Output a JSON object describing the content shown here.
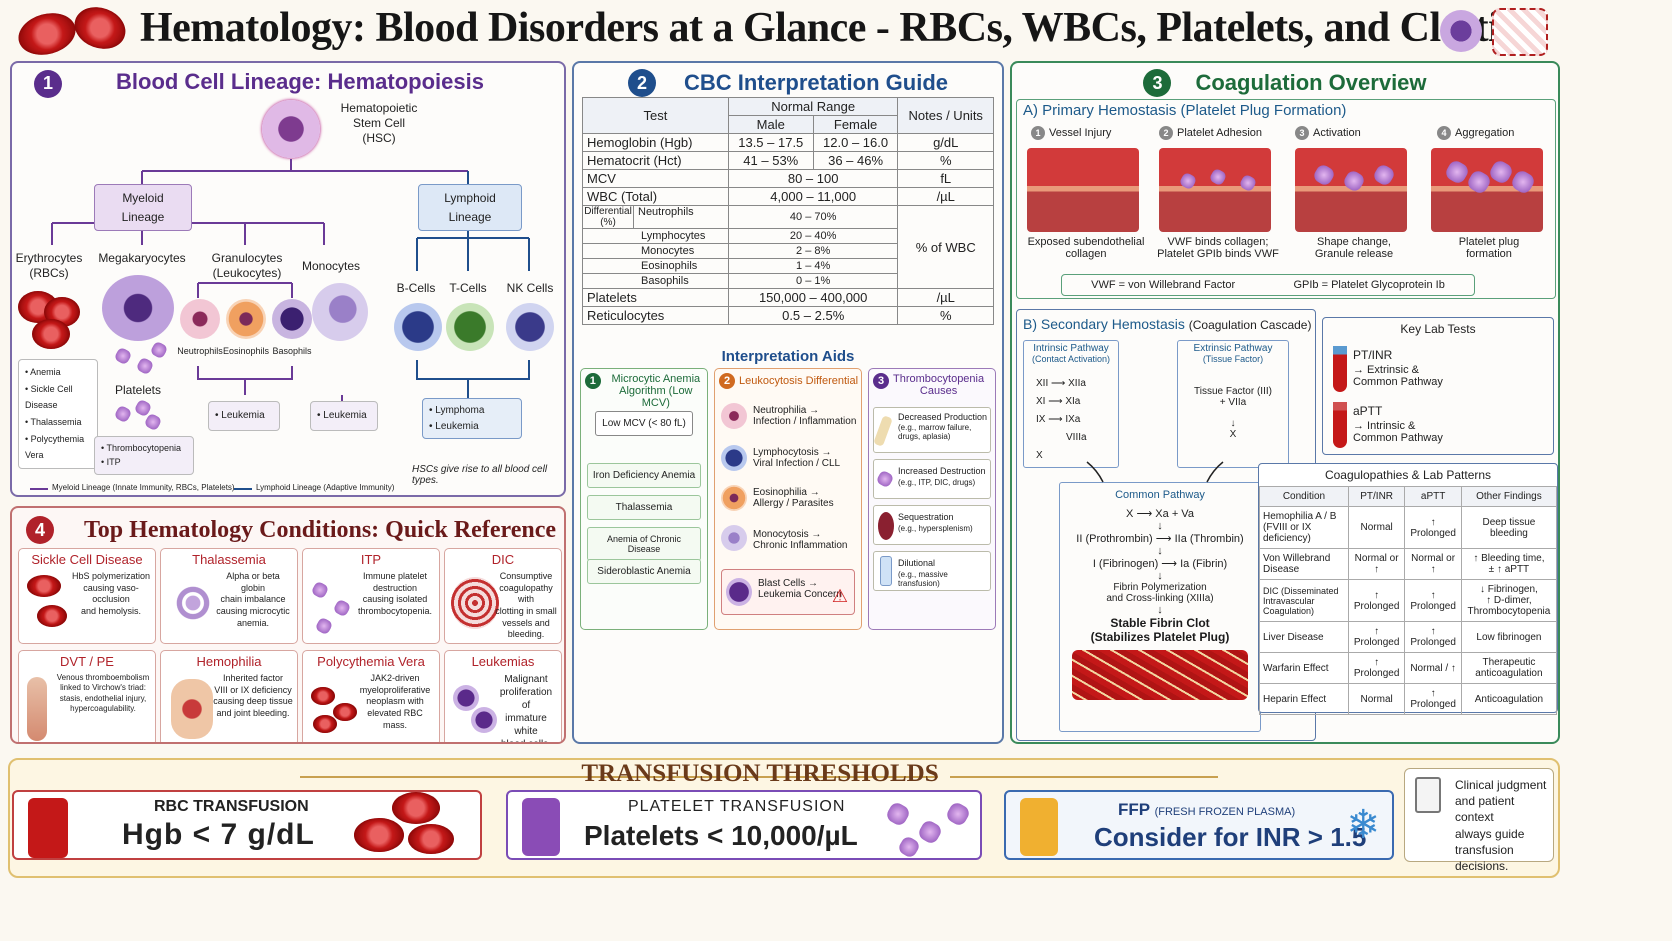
{
  "title": "Hematology: Blood Disorders at a Glance - RBCs, WBCs, Platelets, and Clotting",
  "p1": {
    "num": "1",
    "title": "Blood Cell Lineage: Hematopoiesis",
    "hsc": "Hematopoietic\nStem Cell\n(HSC)",
    "myeloid": "Myeloid Lineage",
    "lymphoid": "Lymphoid Lineage",
    "ery": "Erythrocytes\n(RBCs)",
    "mega": "Megakaryocytes",
    "gran": "Granulocytes\n(Leukocytes)",
    "mono": "Monocytes",
    "bcell": "B-Cells",
    "tcell": "T-Cells",
    "nk": "NK Cells",
    "platelets": "Platelets",
    "neut": "Neutrophils",
    "eos": "Eosinophils",
    "baso": "Basophils",
    "rbc_dx": [
      "• Anemia",
      "• Sickle Cell Disease",
      "• Thalassemia",
      "• Polycythemia Vera"
    ],
    "plt_dx": [
      "• Thrombocytopenia",
      "• ITP"
    ],
    "gran_dx": "• Leukemia",
    "mono_dx": "• Leukemia",
    "lymph_dx": [
      "• Lymphoma",
      "• Leukemia"
    ],
    "note": "HSCs give rise to all blood cell types.",
    "legend1": "Myeloid Lineage (Innate Immunity, RBCs, Platelets)",
    "legend2": "Lymphoid Lineage (Adaptive Immunity)"
  },
  "p2": {
    "num": "2",
    "title": "CBC Interpretation Guide",
    "h_test": "Test",
    "h_range": "Normal Range",
    "h_male": "Male",
    "h_female": "Female",
    "h_notes": "Notes / Units",
    "rows": [
      [
        "Hemoglobin (Hgb)",
        "13.5 – 17.5",
        "12.0 – 16.0",
        "g/dL"
      ],
      [
        "Hematocrit (Hct)",
        "41 – 53%",
        "36 – 46%",
        "%"
      ]
    ],
    "mcv": [
      "MCV",
      "80 – 100",
      "fL"
    ],
    "wbc": [
      "WBC (Total)",
      "4,000 – 11,000",
      "/µL"
    ],
    "diff_label": "Differential\n(%)",
    "diff_units": "% of WBC",
    "diff": [
      [
        "Neutrophils",
        "40 – 70%"
      ],
      [
        "Lymphocytes",
        "20 – 40%"
      ],
      [
        "Monocytes",
        "2 – 8%"
      ],
      [
        "Eosinophils",
        "1 – 4%"
      ],
      [
        "Basophils",
        "0 – 1%"
      ]
    ],
    "plt": [
      "Platelets",
      "150,000 – 400,000",
      "/µL"
    ],
    "retic": [
      "Reticulocytes",
      "0.5 – 2.5%",
      "%"
    ],
    "aids_title": "Interpretation Aids",
    "aid1": {
      "num": "1",
      "title": "Microcytic Anemia\nAlgorithm (Low MCV)",
      "start": "Low MCV (< 80 fL)",
      "items": [
        "Iron Deficiency Anemia",
        "Thalassemia",
        "Anemia of Chronic Disease",
        "Sideroblastic Anemia"
      ]
    },
    "aid2": {
      "num": "2",
      "title": "Leukocytosis Differential",
      "items": [
        "Neutrophilia →\nInfection / Inflammation",
        "Lymphocytosis →\nViral Infection / CLL",
        "Eosinophilia →\nAllergy / Parasites",
        "Monocytosis →\nChronic Inflammation"
      ],
      "blast": "Blast Cells →\nLeukemia Concern"
    },
    "aid3": {
      "num": "3",
      "title": "Thrombocytopenia\nCauses",
      "items": [
        [
          "Decreased Production",
          "(e.g., marrow failure,\ndrugs, aplasia)"
        ],
        [
          "Increased Destruction",
          "(e.g., ITP, DIC, drugs)"
        ],
        [
          "Sequestration",
          "(e.g., hypersplenism)"
        ],
        [
          "Dilutional",
          "(e.g., massive transfusion)"
        ]
      ]
    }
  },
  "p3": {
    "num": "3",
    "title": "Coagulation Overview",
    "a_title": "A) Primary Hemostasis (Platelet Plug Formation)",
    "steps": [
      [
        "1",
        "Vessel Injury",
        "Exposed subendothelial\ncollagen"
      ],
      [
        "2",
        "Platelet Adhesion",
        "VWF binds collagen;\nPlatelet GPIb binds VWF"
      ],
      [
        "3",
        "Activation",
        "Shape change,\nGranule release"
      ],
      [
        "4",
        "Aggregation",
        "Platelet plug\nformation"
      ]
    ],
    "vwf": "VWF = von Willebrand Factor",
    "gpib": "GPIb = Platelet Glycoprotein Ib",
    "b_title": "B) Secondary Hemostasis",
    "b_sub": "(Coagulation Cascade)",
    "intrinsic": "Intrinsic Pathway",
    "intrinsic_sub": "(Contact Activation)",
    "int_steps": [
      "XII",
      "XIIa",
      "XI",
      "XIa",
      "IX",
      "IXa",
      "VIIIa",
      "X"
    ],
    "extrinsic": "Extrinsic Pathway",
    "extrinsic_sub": "(Tissue Factor)",
    "tf": "Tissue Factor (III)",
    "vii": "+   VIIa",
    "ext_x": "X",
    "common": "Common Pathway",
    "c1": "X",
    "c1b": "Xa",
    "c1c": "+  Va",
    "c2": "II (Prothrombin)",
    "c2b": "IIa (Thrombin)",
    "c3": "I (Fibrinogen)",
    "c3b": "Ia (Fibrin)",
    "c4": "Fibrin Polymerization\nand Cross-linking (XIIIa)",
    "c5": "Stable Fibrin Clot\n(Stabilizes Platelet Plug)",
    "keylab": "Key Lab Tests",
    "pt": "PT/INR",
    "pt_d": "→ Extrinsic &\n   Common Pathway",
    "aptt": "aPTT",
    "aptt_d": "→ Intrinsic &\n   Common Pathway",
    "coag_title": "Coagulopathies & Lab Patterns",
    "coag_h": [
      "Condition",
      "PT/INR",
      "aPTT",
      "Other Findings"
    ],
    "coag_rows": [
      [
        "Hemophilia A / B\n(FVIII or IX deficiency)",
        "Normal",
        "↑ Prolonged",
        "Deep tissue bleeding"
      ],
      [
        "Von Willebrand Disease",
        "Normal or ↑",
        "Normal or ↑",
        "↑ Bleeding time,\n± ↑ aPTT"
      ],
      [
        "DIC (Disseminated\nIntravascular Coagulation)",
        "↑ Prolonged",
        "↑ Prolonged",
        "↓ Fibrinogen,\n↑ D-dimer,\nThrombocytopenia"
      ],
      [
        "Liver Disease",
        "↑ Prolonged",
        "↑ Prolonged",
        "Low fibrinogen"
      ],
      [
        "Warfarin Effect",
        "↑ Prolonged",
        "Normal / ↑",
        "Therapeutic\nanticoagulation"
      ],
      [
        "Heparin Effect",
        "Normal",
        "↑ Prolonged",
        "Anticoagulation"
      ]
    ]
  },
  "p4": {
    "num": "4",
    "title": "Top Hematology Conditions: Quick Reference",
    "conds": [
      [
        "Sickle Cell Disease",
        "HbS polymerization\ncausing vaso-occlusion\nand hemolysis."
      ],
      [
        "Thalassemia",
        "Alpha or beta globin\nchain imbalance\ncausing microcytic\nanemia."
      ],
      [
        "ITP",
        "Immune platelet\ndestruction\ncausing isolated\nthrombocytopenia."
      ],
      [
        "DIC",
        "Consumptive\ncoagulopathy with\nclotting in small\nvessels and\nbleeding."
      ],
      [
        "DVT / PE",
        "Venous thromboembolism\nlinked to Virchow's triad:\nstasis, endothelial injury,\nhypercoagulability."
      ],
      [
        "Hemophilia",
        "Inherited factor\nVIII or IX deficiency\ncausing deep tissue\nand joint bleeding."
      ],
      [
        "Polycythemia Vera",
        "JAK2-driven\nmyeloproliferative\nneoplasm with\nelevated RBC\nmass."
      ],
      [
        "Leukemias",
        "Malignant\nproliferation of\nimmature white\nblood cells."
      ]
    ]
  },
  "tf": {
    "title": "TRANSFUSION THRESHOLDS",
    "rbc_t": "RBC TRANSFUSION",
    "rbc_v": "Hgb < 7 g/dL",
    "plt_t": "PLATELET TRANSFUSION",
    "plt_v": "Platelets < 10,000/µL",
    "ffp_t": "FFP",
    "ffp_sub": "(FRESH FROZEN PLASMA)",
    "ffp_v": "Consider for INR > 1.5",
    "note": "Clinical judgment\nand patient context\nalways guide\ntransfusion\ndecisions."
  },
  "colors": {
    "purple": "#5a2d8c",
    "blue": "#1f4e8c",
    "green": "#1d6b3a",
    "red": "#b0222a"
  }
}
